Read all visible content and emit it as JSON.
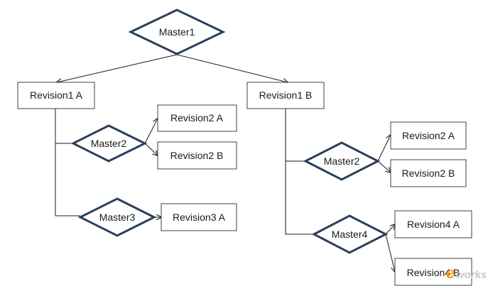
{
  "colors": {
    "diamond_border": "#2c3e5a",
    "box_border": "#404040",
    "connector": "#1a1a1a",
    "watermark_accent": "#f0a020",
    "watermark_gray": "#c8c8c8"
  },
  "nodes": {
    "master1": "Master1",
    "rev1a": "Revision1 A",
    "rev1b": "Revision1 B",
    "master2_left": "Master2",
    "rev2a_left": "Revision2 A",
    "rev2b_left": "Revision2 B",
    "master3": "Master3",
    "rev3a": "Revision3 A",
    "master2_right": "Master2",
    "rev2a_right": "Revision2 A",
    "rev2b_right": "Revision2 B",
    "master4": "Master4",
    "rev4a": "Revision4 A",
    "rev4b": "Revision4 B"
  },
  "watermark": {
    "accent": "e",
    "rest": "works"
  }
}
